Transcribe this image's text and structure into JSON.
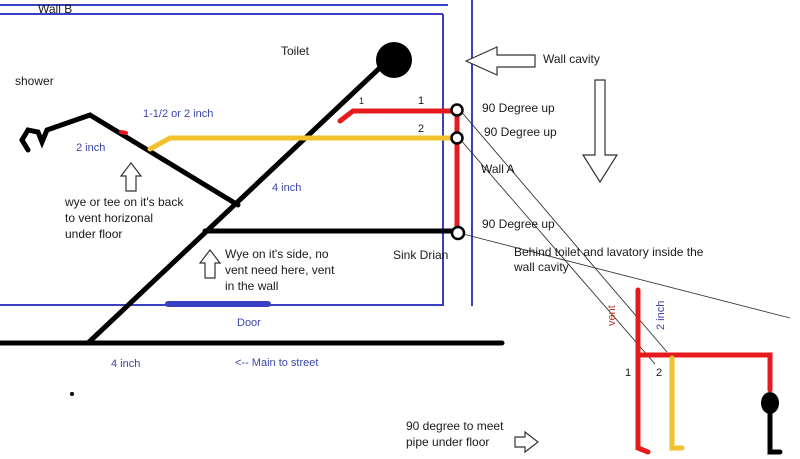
{
  "labels": {
    "wall_b": "Wall B",
    "toilet": "Toilet",
    "shower": "shower",
    "wall_cavity": "Wall cavity",
    "pipe_size_small": "1-1/2 or 2 inch",
    "two_inch": "2 inch",
    "four_inch_diag": "4 inch",
    "four_inch_main": "4 inch",
    "wye_tee_line1": "wye or tee on it's back",
    "wye_tee_line2": "to vent horizonal",
    "wye_tee_line3": "under floor",
    "wye_side_line1": "Wye on it's side, no",
    "wye_side_line2": "vent need here, vent",
    "wye_side_line3": "in the wall",
    "door": "Door",
    "main_to_street": "<-- Main to street",
    "ninety_up_1": "90 Degree up",
    "ninety_up_2": "90 Degree up",
    "ninety_up_3": "90 Degree up",
    "wall_a": "Wall A",
    "sink_drain": "Sink Drian",
    "behind_line1": "Behind toilet and lavatory  inside the",
    "behind_line2": "wall cavity",
    "vent": "vent",
    "two_inch_vert": "2 inch",
    "num_1_plan": "1",
    "num_2_plan": "2",
    "num_1_small": "1",
    "num_1_detail": "1",
    "num_2_detail": "2",
    "ninety_meet_line1": "90 degree to meet",
    "ninety_meet_line2": "pipe under floor"
  },
  "colors": {
    "wall": "#3a3fc4",
    "drain": "#000000",
    "vent_red": "#e41a1c",
    "vent_yellow": "#f2c12e",
    "text": "#1a1a1a",
    "text_blue": "#3c46a8"
  }
}
